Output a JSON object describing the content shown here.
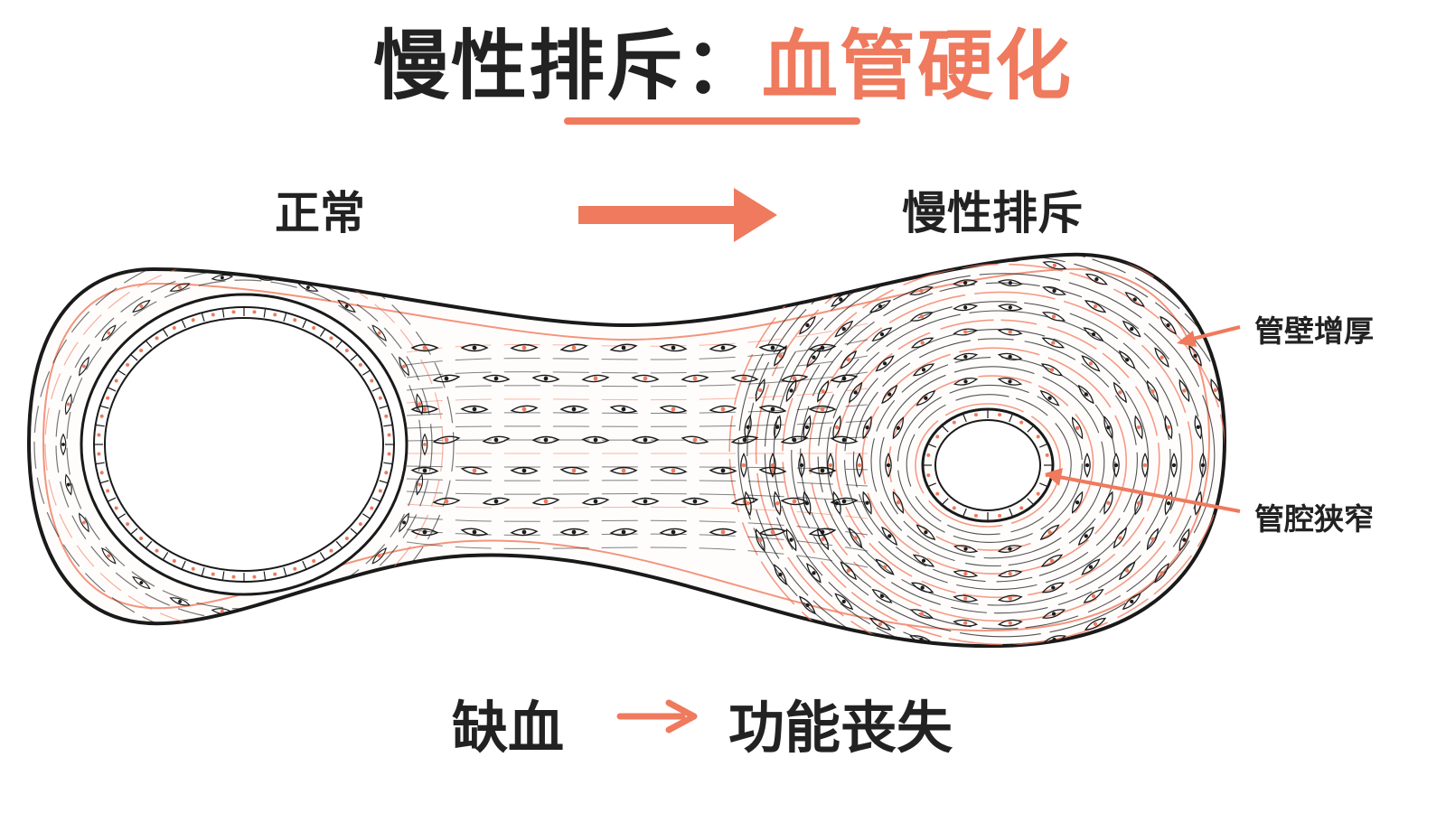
{
  "title": {
    "part1": "慢性排斥：",
    "part2": "血管硬化"
  },
  "stages": {
    "normal": "正常",
    "chronic": "慢性排斥"
  },
  "annotations": {
    "wall_thickening": "管壁增厚",
    "lumen_narrowing": "管腔狭窄"
  },
  "outcome": {
    "cause": "缺血",
    "effect": "功能丧失"
  },
  "colors": {
    "accent": "#ef7a5d",
    "ink": "#222222",
    "line": "#1a1a1a"
  }
}
